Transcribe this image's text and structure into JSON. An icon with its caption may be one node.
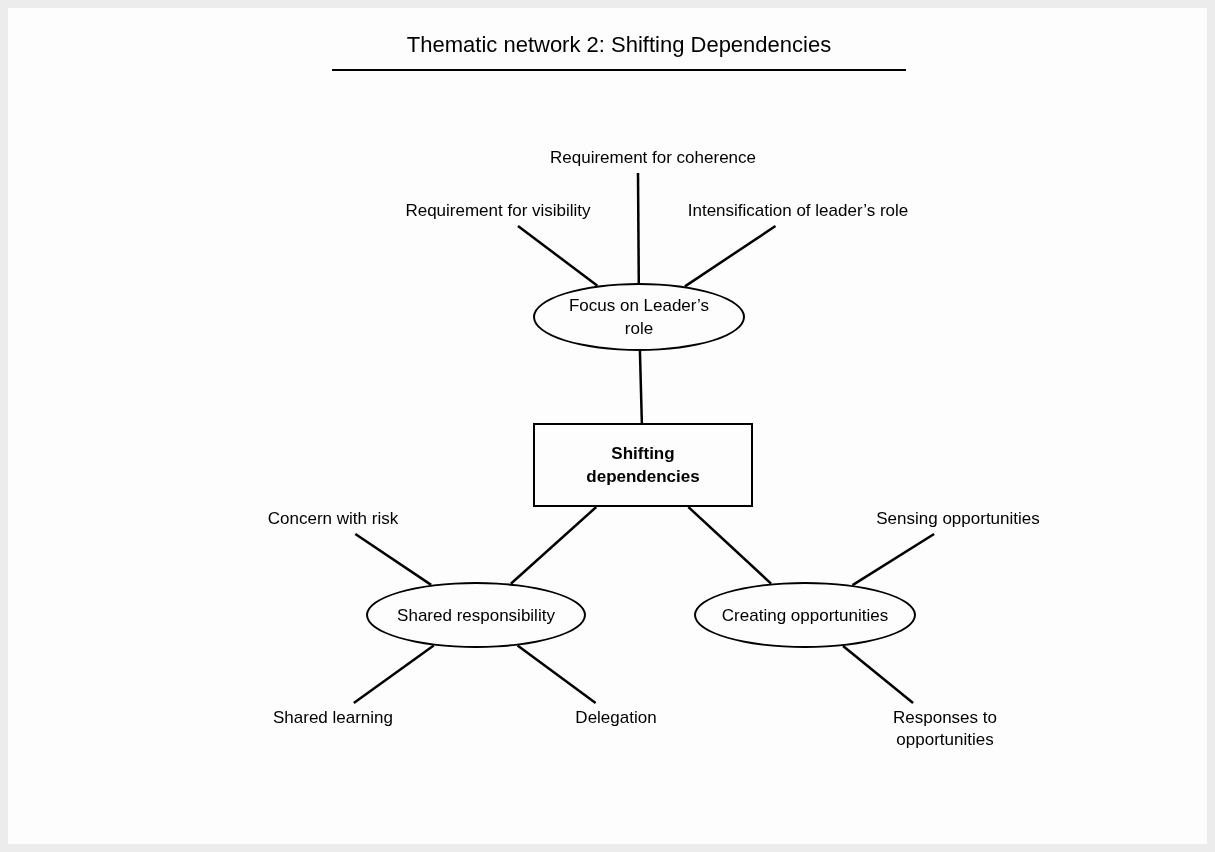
{
  "diagram": {
    "title": "Thematic network 2: Shifting Dependencies",
    "nodes": [
      {
        "text": [
          "Focus on Leader’s role"
        ]
      },
      {
        "text": [
          "Requirement for coherence"
        ]
      },
      {
        "text": [
          "Requirement for visibility"
        ]
      },
      {
        "text": [
          "Intensification of leader’s role"
        ]
      },
      {
        "text": [
          "Shifting dependencies"
        ]
      },
      {
        "text": [
          "Shared responsibility"
        ]
      },
      {
        "text": [
          "Concern with risk"
        ]
      },
      {
        "text": [
          "Shared learning"
        ]
      },
      {
        "text": [
          "Delegation"
        ]
      },
      {
        "text": [
          "Creating opportunities"
        ]
      },
      {
        "text": [
          "Sensing opportunities"
        ]
      },
      {
        "text": [
          "Responses to opportunities"
        ]
      }
    ],
    "edges": [
      {
        "from": 1,
        "to": 0,
        "arrow": "none"
      },
      {
        "from": 2,
        "to": 0,
        "arrow": "none"
      },
      {
        "from": 3,
        "to": 0,
        "arrow": "none"
      },
      {
        "from": 0,
        "to": 4,
        "arrow": "none"
      },
      {
        "from": 4,
        "to": 5,
        "arrow": "none"
      },
      {
        "from": 4,
        "to": 9,
        "arrow": "none"
      },
      {
        "from": 6,
        "to": 5,
        "arrow": "none"
      },
      {
        "from": 5,
        "to": 7,
        "arrow": "none"
      },
      {
        "from": 5,
        "to": 8,
        "arrow": "none"
      },
      {
        "from": 10,
        "to": 9,
        "arrow": "none"
      },
      {
        "from": 9,
        "to": 11,
        "arrow": "none"
      }
    ]
  }
}
